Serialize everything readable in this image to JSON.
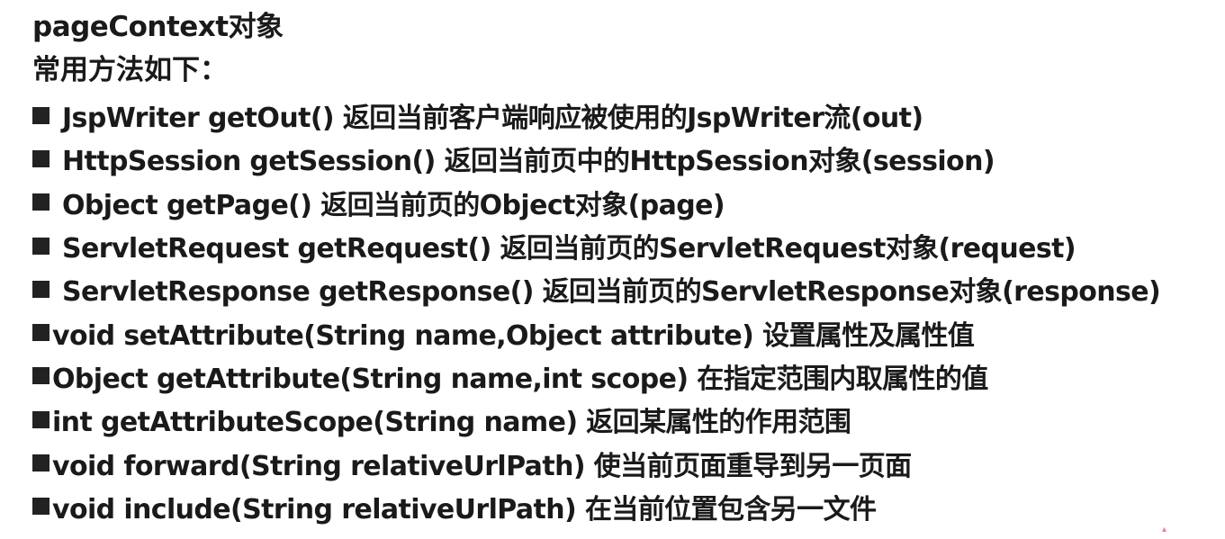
{
  "title": "pageContext对象",
  "subtitle": "常用方法如下：",
  "bullet_icon": "square-bullet-icon",
  "accent_color": "#1a1a1a",
  "methods": [
    {
      "text": "JspWriter getOut() 返回当前客户端响应被使用的JspWriter流(out)"
    },
    {
      "text": "HttpSession getSession() 返回当前页中的HttpSession对象(session)"
    },
    {
      "text": "Object getPage() 返回当前页的Object对象(page)"
    },
    {
      "text": "ServletRequest getRequest() 返回当前页的ServletRequest对象(request)"
    },
    {
      "text": "ServletResponse getResponse() 返回当前页的ServletResponse对象(response)"
    },
    {
      "text": "void setAttribute(String name,Object attribute) 设置属性及属性值"
    },
    {
      "text": "Object getAttribute(String name,int scope) 在指定范围内取属性的值"
    },
    {
      "text": "int getAttributeScope(String name) 返回某属性的作用范围"
    },
    {
      "text": "void forward(String relativeUrlPath) 使当前页面重导到另一页面"
    },
    {
      "text": "void include(String relativeUrlPath) 在当前位置包含另一文件"
    }
  ]
}
